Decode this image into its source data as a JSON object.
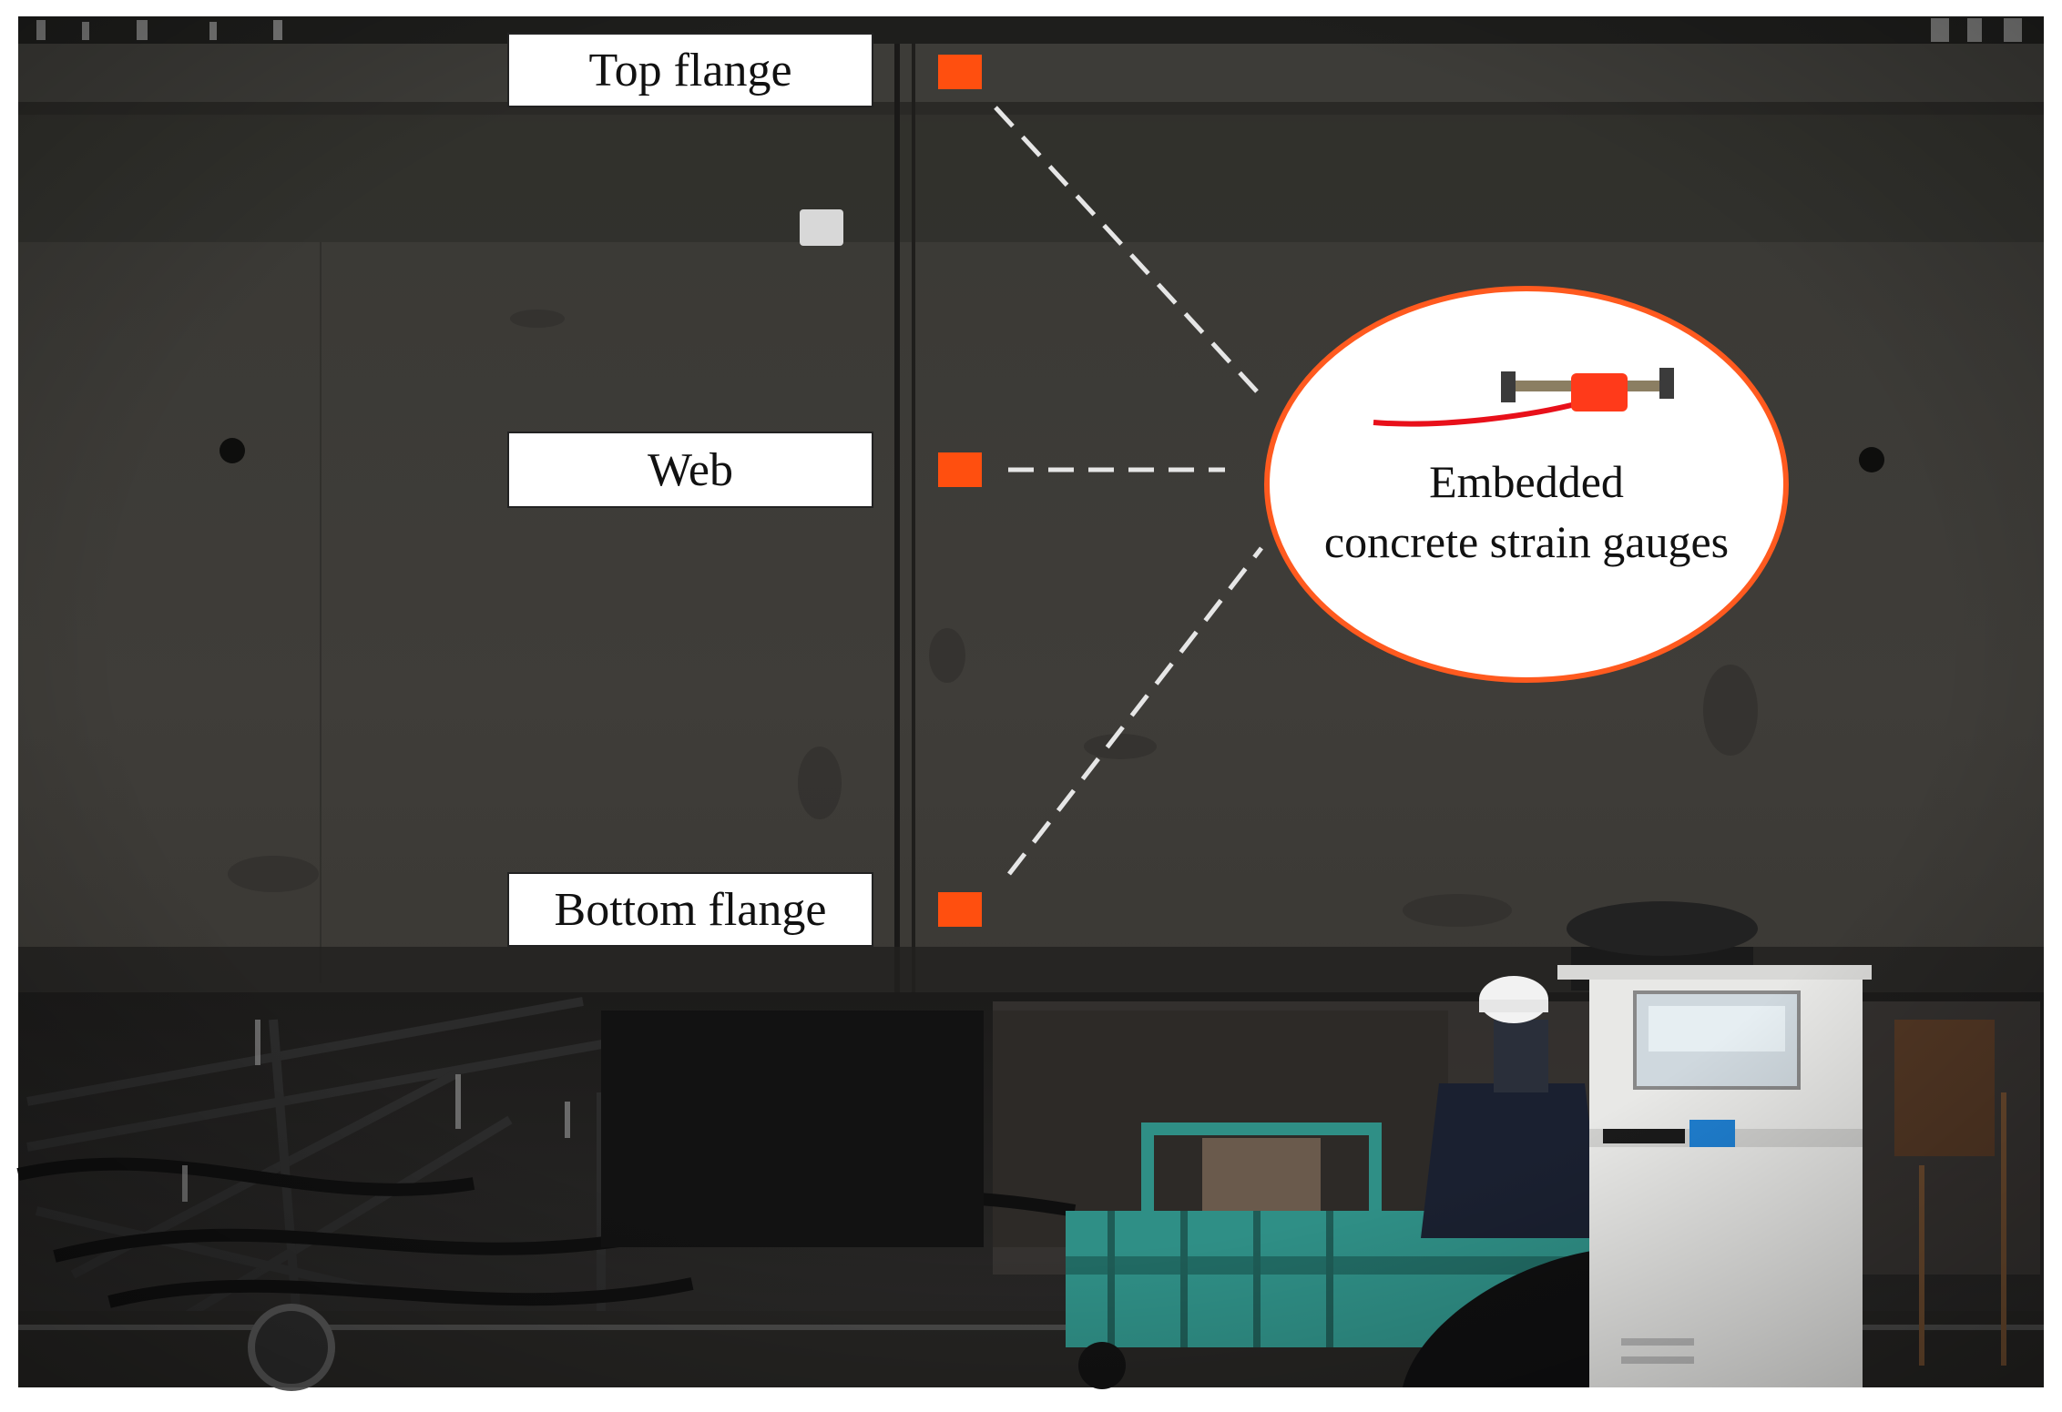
{
  "labels": {
    "top_flange": "Top flange",
    "web": "Web",
    "bottom_flange": "Bottom flange"
  },
  "callout": {
    "line1": "Embedded",
    "line2": "concrete strain gauges"
  },
  "colors": {
    "marker": "#ff4f0f",
    "callout_border": "#ff5a1f",
    "gauge_body": "#ff3a1a",
    "gauge_cable": "#e8101a",
    "dashed_line": "#e6e6e6",
    "concrete": "#3c3a36",
    "scaffold": "#1a1a1a",
    "cart": "#2f8f86",
    "console": "#e8e8e6"
  }
}
